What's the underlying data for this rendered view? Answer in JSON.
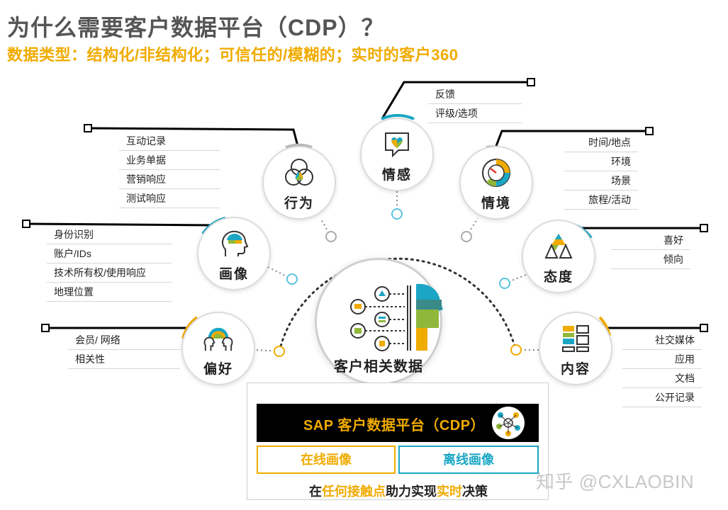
{
  "title": "为什么需要客户数据平台（CDP）？",
  "subtitle": "数据类型：结构化/非结构化；可信任的/模糊的；实时的客户360",
  "center": {
    "label": "客户相关数据"
  },
  "nodes": {
    "emotion": {
      "label": "情感",
      "icon": "heart-chat-icon",
      "items": [
        "反馈",
        "评级/选项"
      ]
    },
    "behavior": {
      "label": "行为",
      "icon": "venn-icon",
      "items": [
        "互动记录",
        "业务单据",
        "营销响应",
        "测试响应"
      ]
    },
    "context": {
      "label": "情境",
      "icon": "gauge-icon",
      "items": [
        "时间/地点",
        "环境",
        "场景",
        "旅程/活动"
      ]
    },
    "profile": {
      "label": "画像",
      "icon": "head-profile-icon",
      "items": [
        "身份识别",
        "账户/IDs",
        "技术所有权/使用响应",
        "地理位置"
      ]
    },
    "attitude": {
      "label": "态度",
      "icon": "triangles-icon",
      "items": [
        "喜好",
        "倾向"
      ]
    },
    "preference": {
      "label": "偏好",
      "icon": "two-heads-icon",
      "items": [
        "会员/ 网络",
        "相关性"
      ]
    },
    "content": {
      "label": "内容",
      "icon": "layout-icon",
      "items": [
        "社交媒体",
        "应用",
        "文档",
        "公开记录"
      ]
    }
  },
  "sap": {
    "label": "SAP 客户数据平台（CDP）",
    "online": "在线画像",
    "offline": "离线画像",
    "tagline_parts": [
      "在",
      "任何接触点",
      "助力实现",
      "实时",
      "决策"
    ]
  },
  "watermark": "知乎 @CXLAOBIN",
  "colors": {
    "accent_yellow": "#f0ab00",
    "accent_blue": "#1aa6c4",
    "green": "#8fb83a",
    "dark": "#222222"
  }
}
